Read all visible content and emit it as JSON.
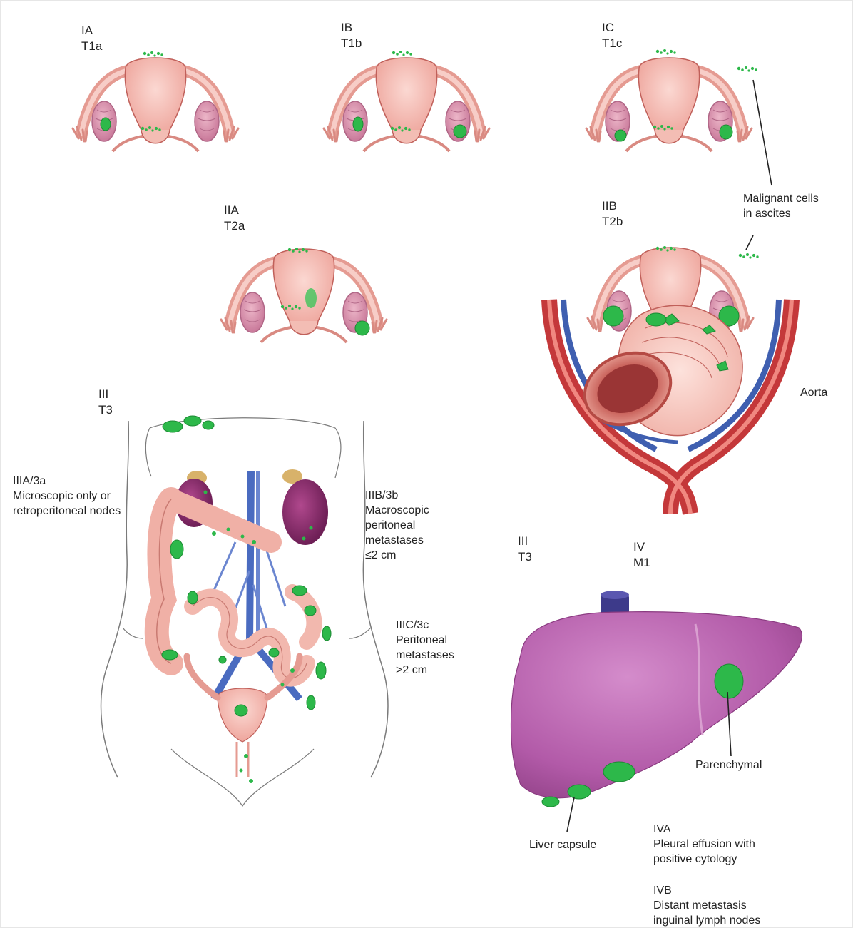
{
  "stages": {
    "ia": {
      "line1": "IA",
      "line2": "T1a"
    },
    "ib": {
      "line1": "IB",
      "line2": "T1b"
    },
    "ic": {
      "line1": "IC",
      "line2": "T1c"
    },
    "iia": {
      "line1": "IIA",
      "line2": "T2a"
    },
    "iib": {
      "line1": "IIB",
      "line2": "T2b"
    },
    "iii": {
      "line1": "III",
      "line2": "T3"
    },
    "iii_liver": {
      "line1": "III",
      "line2": "T3"
    },
    "iv": {
      "line1": "IV",
      "line2": "M1"
    }
  },
  "annotations": {
    "malignant_cells": {
      "line1": "Malignant cells",
      "line2": "in ascites"
    },
    "aorta": "Aorta",
    "iiia": {
      "line1": "IIIA/3a",
      "line2": "Microscopic only or",
      "line3": "retroperitoneal nodes"
    },
    "iiib": {
      "line1": "IIIB/3b",
      "line2": "Macroscopic",
      "line3": "peritoneal",
      "line4": "metastases",
      "line5": "≤2 cm"
    },
    "iiic": {
      "line1": "IIIC/3c",
      "line2": "Peritoneal",
      "line3": "metastases",
      "line4": ">2 cm"
    },
    "parenchymal": "Parenchymal",
    "liver_capsule": "Liver capsule",
    "iva": {
      "line1": "IVA",
      "line2": "Pleural effusion with",
      "line3": "positive cytology"
    },
    "ivb": {
      "line1": "IVB",
      "line2": "Distant metastasis",
      "line3": "inguinal lymph nodes"
    }
  },
  "colors": {
    "uterus": "#f2b6ae",
    "uterus_stroke": "#c0605a",
    "ovary": "#d690a8",
    "tumor": "#2db84a",
    "tumor_dark": "#1c8a33",
    "artery": "#d94a4a",
    "vein": "#3f5fb0",
    "liver": "#b155a8",
    "liver_light": "#cf7fc4",
    "kidney": "#8b2a6b",
    "adrenal": "#d8b26a",
    "skin": "#7a7a7a"
  }
}
